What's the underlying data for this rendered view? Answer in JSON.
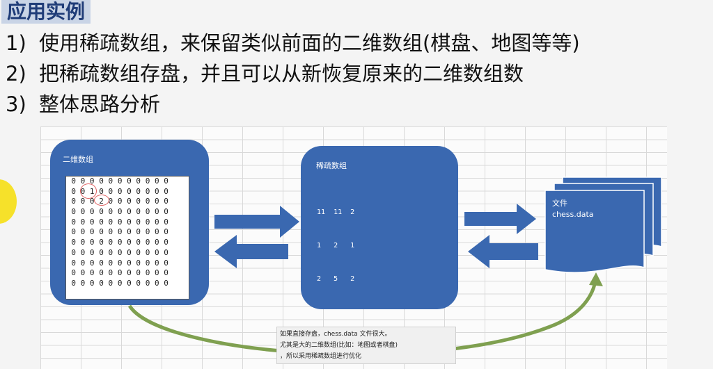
{
  "title": "应用实例",
  "items": [
    {
      "num": "1)",
      "text": "使用稀疏数组，来保留类似前面的二维数组(棋盘、地图等等)"
    },
    {
      "num": "2)",
      "text": "把稀疏数组存盘，并且可以从新恢复原来的二维数组数"
    },
    {
      "num": "3)",
      "text": "整体思路分析"
    }
  ],
  "diagram": {
    "left_box_label": "二维数组",
    "matrix_rows": [
      "0 0 0 0 0 0 0 0 0 0 0",
      "0 0 1 0 0 0 0 0 0 0 0",
      "0 0 0 2 0 0 0 0 0 0 0",
      "0 0 0 0 0 0 0 0 0 0 0",
      "0 0 0 0 0 0 0 0 0 0 0",
      "0 0 0 0 0 0 0 0 0 0 0",
      "0 0 0 0 0 0 0 0 0 0 0",
      "0 0 0 0 0 0 0 0 0 0 0",
      "0 0 0 0 0 0 0 0 0 0 0",
      "0 0 0 0 0 0 0 0 0 0 0",
      "0 0 0 0 0 0 0 0 0 0 0"
    ],
    "mid_box_label": "稀疏数组",
    "sparse_rows": [
      "11  11  2",
      "1   2   1",
      "2   5   2"
    ],
    "file_label": "文件",
    "file_name": "chess.data",
    "note_lines": [
      "如果直接存盘，chess.data 文件很大。",
      "尤其是大的二维数组(比如：地图或者棋盘)",
      "，所以采用稀疏数组进行优化"
    ]
  },
  "colors": {
    "box": "#3a68b0",
    "arrow": "#3a68b0",
    "curve": "#7fa050",
    "title_bg": "#c9d4e6"
  }
}
